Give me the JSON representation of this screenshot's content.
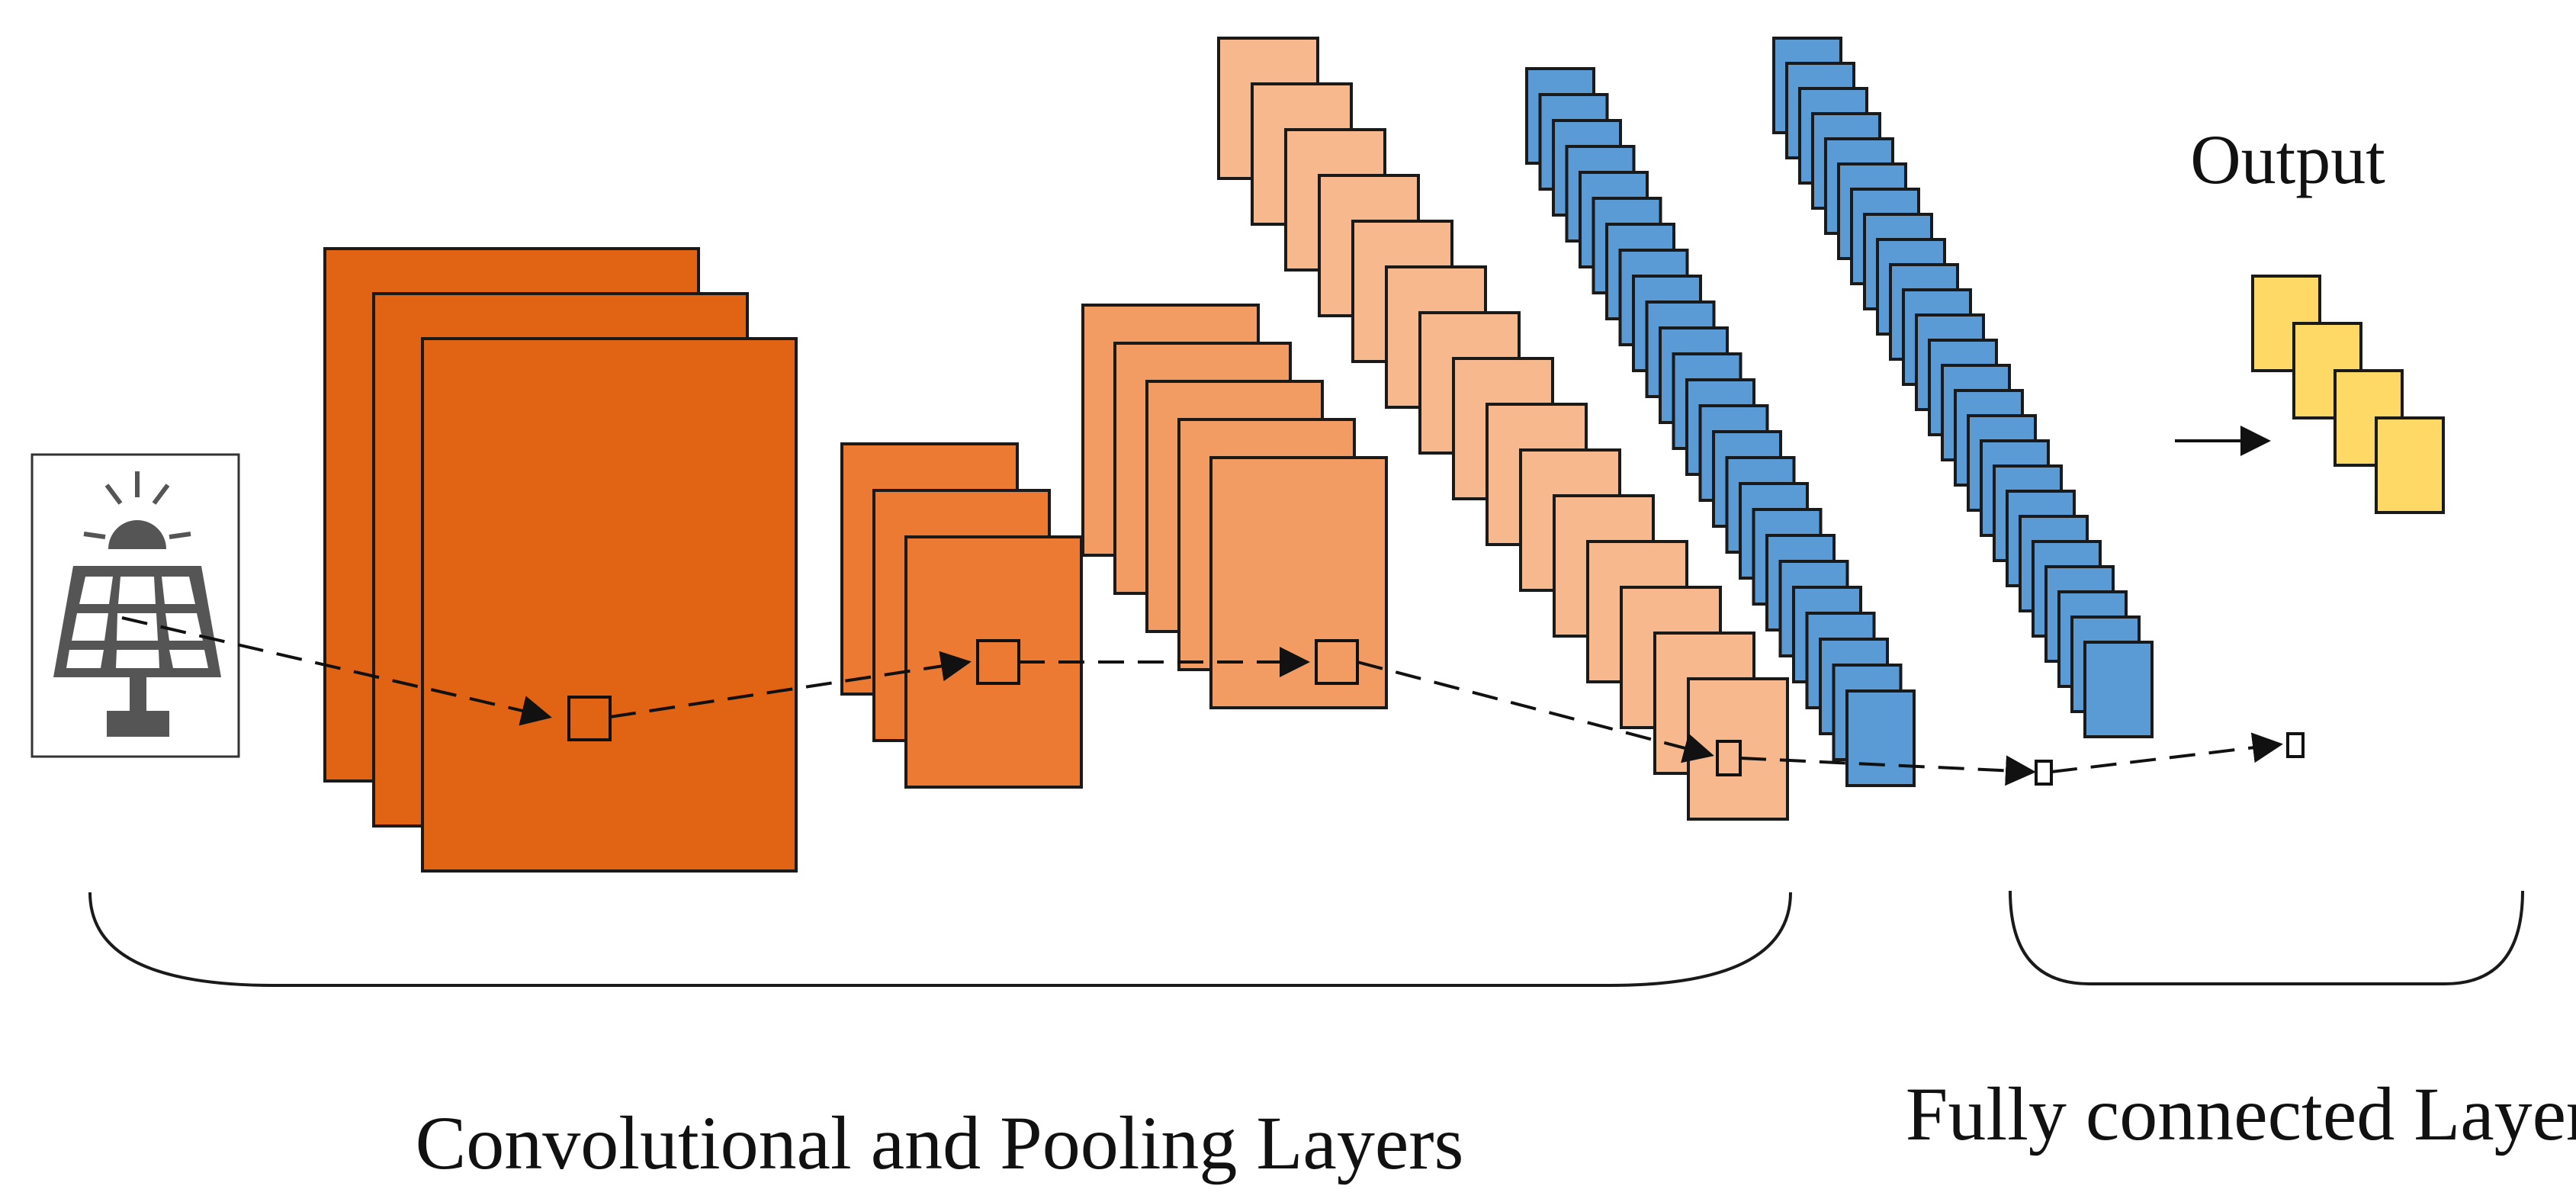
{
  "labels": {
    "output": "Output",
    "conv_pool": "Convolutional and Pooling Layers",
    "fully_connected": "Fully connected Layers"
  },
  "colors": {
    "conv_dark": "#E06414",
    "conv_mid": "#ED7A33",
    "conv_light": "#F29C63",
    "conv_pale": "#F7B88E",
    "fc_blue": "#5B9BD5",
    "output_yellow": "#FFD966",
    "icon_gray": "#555555"
  },
  "icons": {
    "input": "solar-panel-icon"
  }
}
